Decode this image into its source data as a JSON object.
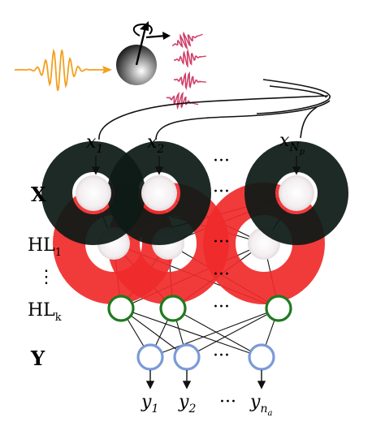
{
  "labels": {
    "input_layer": "X",
    "hidden_first": "HL",
    "hidden_first_sub": "1",
    "vertical_dots": "⋮",
    "hidden_last": "HL",
    "hidden_last_sub": "k",
    "output_layer": "Y"
  },
  "inputs": [
    {
      "base": "x",
      "sub": "1"
    },
    {
      "base": "x",
      "sub": "2"
    },
    {
      "base": "x",
      "sub": "N",
      "subsub": "p"
    }
  ],
  "outputs": [
    {
      "base": "y",
      "sub": "1"
    },
    {
      "base": "y",
      "sub": "2"
    },
    {
      "base": "y",
      "sub": "n",
      "subsub": "a"
    }
  ],
  "ellipsis": "···",
  "colors": {
    "laser_pulse": "#f4a020",
    "emitted_pulse": "#d0406a",
    "input_ring": "#0d1a15",
    "hidden1_ring": "#f02a2a",
    "hiddenk_ring": "#1e7a1e",
    "output_ring": "#7a9ad8"
  }
}
